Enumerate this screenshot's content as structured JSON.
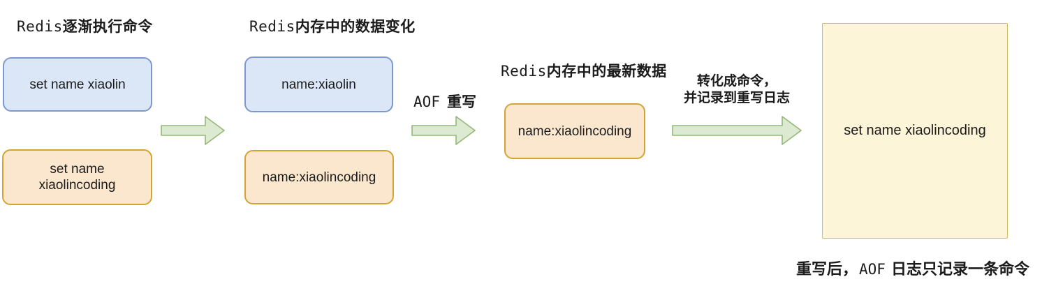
{
  "colors": {
    "blue_fill": "#dbe6f6",
    "blue_stroke": "#7c99cf",
    "orange_fill": "#fbe7ce",
    "orange_stroke": "#d3a434",
    "yellow_fill": "#fcf5d7",
    "yellow_stroke": "#cfbd66",
    "green_fill": "#dcead2",
    "green_stroke": "#94b877",
    "text": "#1b1b1b"
  },
  "titles": {
    "stage1_prefix": "Redis",
    "stage1_rest": "逐渐执行命令",
    "stage2_prefix": "Redis",
    "stage2_rest": "内存中的数据变化",
    "stage3_prefix": "Redis",
    "stage3_rest": "内存中的最新数据"
  },
  "boxes": {
    "cmd1": "set name xiaolin",
    "cmd2_line1": "set name",
    "cmd2_line2": "xiaolincoding",
    "mem1": "name:xiaolin",
    "mem2": "name:xiaolincoding",
    "latest": "name:xiaolincoding",
    "final": "set name xiaolincoding"
  },
  "labels": {
    "aof_prefix": "AOF",
    "aof_rest": "重写",
    "convert_line1": "转化成命令，",
    "convert_line2": "并记录到重写日志",
    "caption_zh1": "重写后，",
    "caption_mono": "AOF",
    "caption_zh2": "日志只记录一条命令"
  }
}
